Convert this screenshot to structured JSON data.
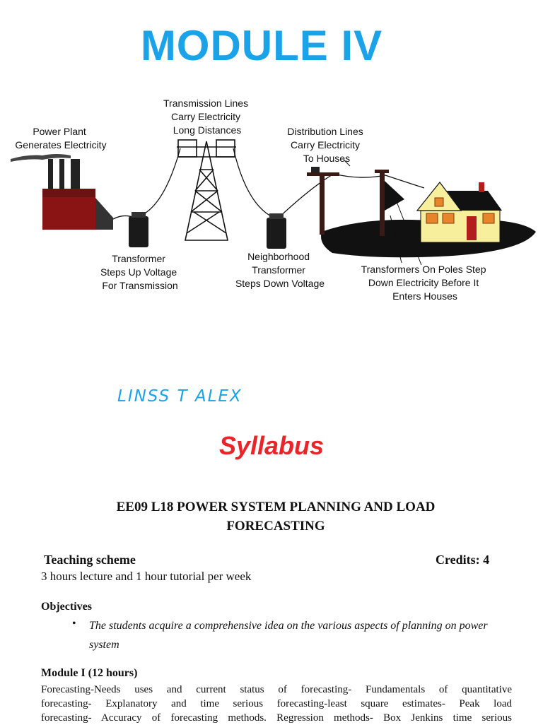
{
  "header": {
    "title": "MODULE IV"
  },
  "diagram": {
    "power_plant": [
      "Power Plant",
      "Generates Electricity"
    ],
    "transmission": [
      "Transmission Lines",
      "Carry Electricity",
      "Long Distances"
    ],
    "distribution": [
      "Distribution Lines",
      "Carry Electricity",
      "To Houses"
    ],
    "step_up": [
      "Transformer",
      "Steps Up Voltage",
      "For Transmission"
    ],
    "neighborhood": [
      "Neighborhood",
      "Transformer",
      "Steps Down Voltage"
    ],
    "poles": [
      "Transformers On Poles Step",
      "Down Electricity Before It",
      "Enters Houses"
    ]
  },
  "author": "LINSS T ALEX",
  "section_title": "Syllabus",
  "course": {
    "title": "EE09 L18 POWER SYSTEM PLANNING AND LOAD FORECASTING",
    "teaching_label": "Teaching scheme",
    "credits": "Credits: 4",
    "schedule": "3 hours lecture and 1 hour tutorial per week",
    "objectives_heading": "Objectives",
    "objective": "The students acquire a comprehensive idea on the various aspects of planning on power system",
    "module_heading": "Module I (12 hours)",
    "module_text": [
      "Forecasting-Needs uses and current status of forecasting- Fundamentals of quantitative",
      "forecasting- Explanatory and time serious forecasting-least square estimates- Peak load",
      "forecasting- Accuracy of forecasting methods. Regression methods- Box Jenkins time serious"
    ]
  }
}
